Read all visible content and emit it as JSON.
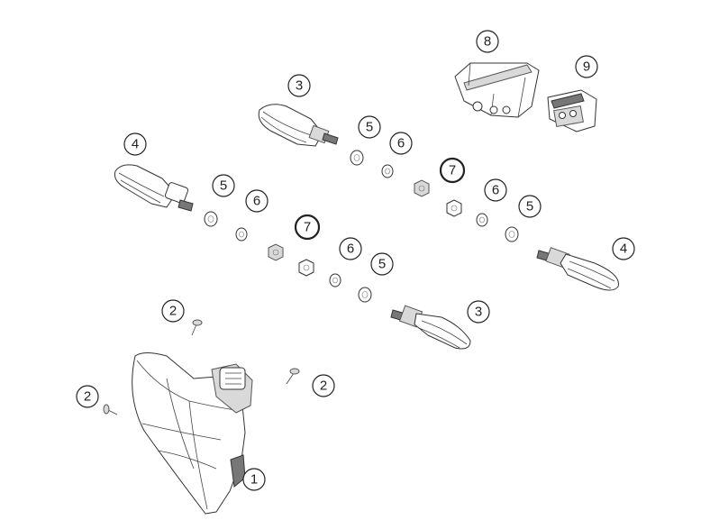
{
  "highlight_color": "#e07020",
  "callouts": [
    {
      "id": "c1",
      "label": "1",
      "highlight": false
    },
    {
      "id": "c2a",
      "label": "2",
      "highlight": false
    },
    {
      "id": "c2b",
      "label": "2",
      "highlight": false
    },
    {
      "id": "c2c",
      "label": "2",
      "highlight": false
    },
    {
      "id": "c3a",
      "label": "3",
      "highlight": false
    },
    {
      "id": "c3b",
      "label": "3",
      "highlight": false
    },
    {
      "id": "c4a",
      "label": "4",
      "highlight": false
    },
    {
      "id": "c4b",
      "label": "4",
      "highlight": false
    },
    {
      "id": "c5a",
      "label": "5",
      "highlight": false
    },
    {
      "id": "c5b",
      "label": "5",
      "highlight": false
    },
    {
      "id": "c5c",
      "label": "5",
      "highlight": false
    },
    {
      "id": "c5d",
      "label": "5",
      "highlight": false
    },
    {
      "id": "c6a",
      "label": "6",
      "highlight": false
    },
    {
      "id": "c6b",
      "label": "6",
      "highlight": false
    },
    {
      "id": "c6c",
      "label": "6",
      "highlight": false
    },
    {
      "id": "c6d",
      "label": "6",
      "highlight": false
    },
    {
      "id": "c7a",
      "label": "7",
      "highlight": true
    },
    {
      "id": "c7b",
      "label": "7",
      "highlight": true
    },
    {
      "id": "c8",
      "label": "8",
      "highlight": false
    },
    {
      "id": "c9",
      "label": "9",
      "highlight": false
    }
  ]
}
